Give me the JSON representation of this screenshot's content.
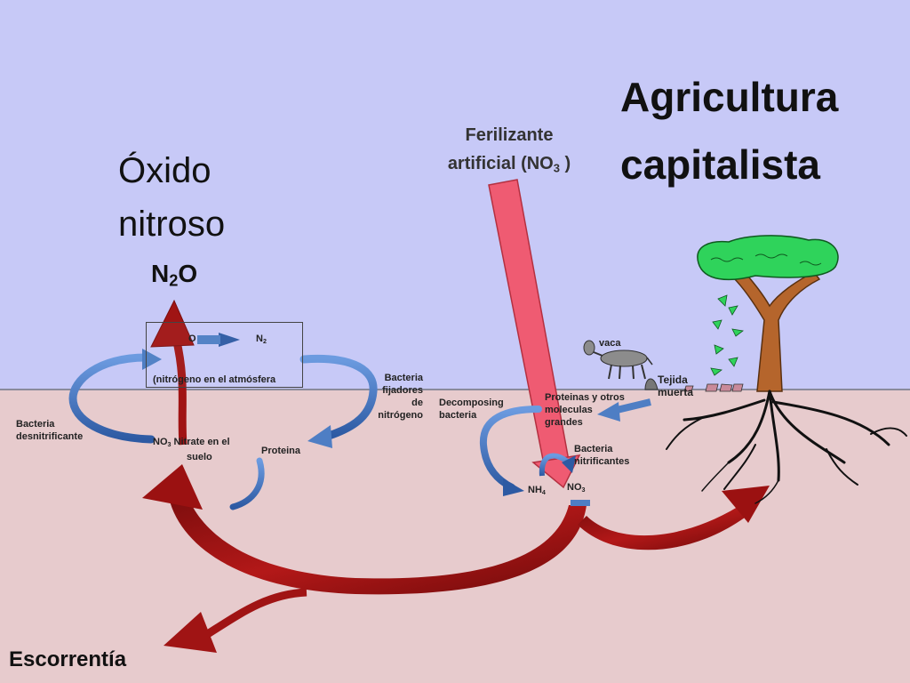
{
  "title": {
    "line1": "Agricultura",
    "line2": "capitalista"
  },
  "oxido": {
    "line1": "Óxido",
    "line2": "nitroso"
  },
  "n2o": {
    "main": "N",
    "sub": "2",
    "tail": "O"
  },
  "fertilizer": {
    "line1": "Ferilizante",
    "line2_main": "artificial (NO",
    "line2_sub": "3",
    "line2_tail": " )"
  },
  "cycle_left": {
    "n2_main": "N",
    "n2_sub": "2",
    "n2o_partial": "O",
    "atmosphere": "(nitrógeno en el atmósfera",
    "bacteria_fijadores": [
      "Bacteria",
      "fijadores",
      "de",
      "nitrógeno"
    ],
    "bacteria_desnitrificante": [
      "Bacteria",
      "desnitrificante"
    ],
    "no3_main": "NO",
    "no3_sub": "3",
    "nitrate": " Nitrate en el",
    "suelo": "suelo",
    "proteina": "Proteina"
  },
  "cycle_right": {
    "vaca": "vaca",
    "tejida": [
      "Tejida",
      "muerta"
    ],
    "decomposing": [
      "Decomposing",
      "bacteria"
    ],
    "proteinas": [
      "Proteinas y otros",
      "moleculas",
      "grandes"
    ],
    "bacteria_nitrificantes": [
      "Bacteria",
      "nitrificantes"
    ],
    "nh4_main": "NH",
    "nh4_sub": "4",
    "no3_main": "NO",
    "no3_sub": "3"
  },
  "runoff": "Escorrentía",
  "colors": {
    "sky": "#c7c9f7",
    "soil": "#e7cbcd",
    "dark_red_arrow": "#9b1111",
    "pink_arrow": "#ef5b72",
    "blue_arrow": "#4e7ec4",
    "tree_leaves": "#2fd35b",
    "trunk": "#b5652c"
  }
}
